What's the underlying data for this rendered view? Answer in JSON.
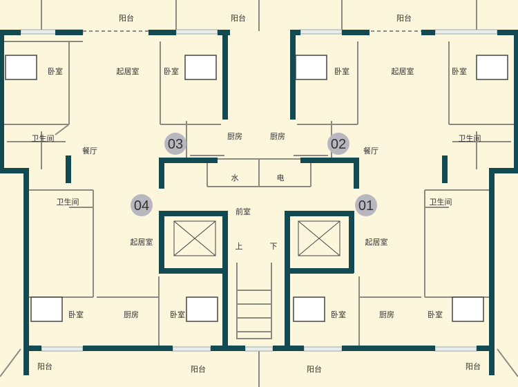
{
  "colors": {
    "background": "#fbf6dc",
    "wall": "#134a52",
    "unit_badge": "#b8b6bf"
  },
  "units": [
    {
      "number": "03",
      "rooms": {
        "balcony": "阳台",
        "bedroom_a": "卧室",
        "living": "起居室",
        "bedroom_b": "卧室",
        "bathroom": "卫生间",
        "dining": "餐厅",
        "kitchen": "厨房"
      }
    },
    {
      "number": "02",
      "rooms": {
        "balcony": "阳台",
        "bedroom_a": "卧室",
        "living": "起居室",
        "bedroom_b": "卧室",
        "bathroom": "卫生间",
        "dining": "餐厅",
        "kitchen": "厨房"
      }
    },
    {
      "number": "04",
      "rooms": {
        "balcony": "阳台",
        "bedroom_a": "卧室",
        "living": "起居室",
        "bedroom_b": "卧室",
        "bathroom": "卫生间",
        "kitchen": "厨房"
      }
    },
    {
      "number": "01",
      "rooms": {
        "balcony": "阳台",
        "bedroom_a": "卧室",
        "living": "起居室",
        "bedroom_b": "卧室",
        "bathroom": "卫生间",
        "kitchen": "厨房"
      }
    }
  ],
  "core": {
    "balcony_top": "阳台",
    "balcony_bottom_left": "阳台",
    "balcony_bottom_right": "阳台",
    "water": "水",
    "electric": "电",
    "lobby": "前室",
    "up": "上",
    "down": "下"
  }
}
